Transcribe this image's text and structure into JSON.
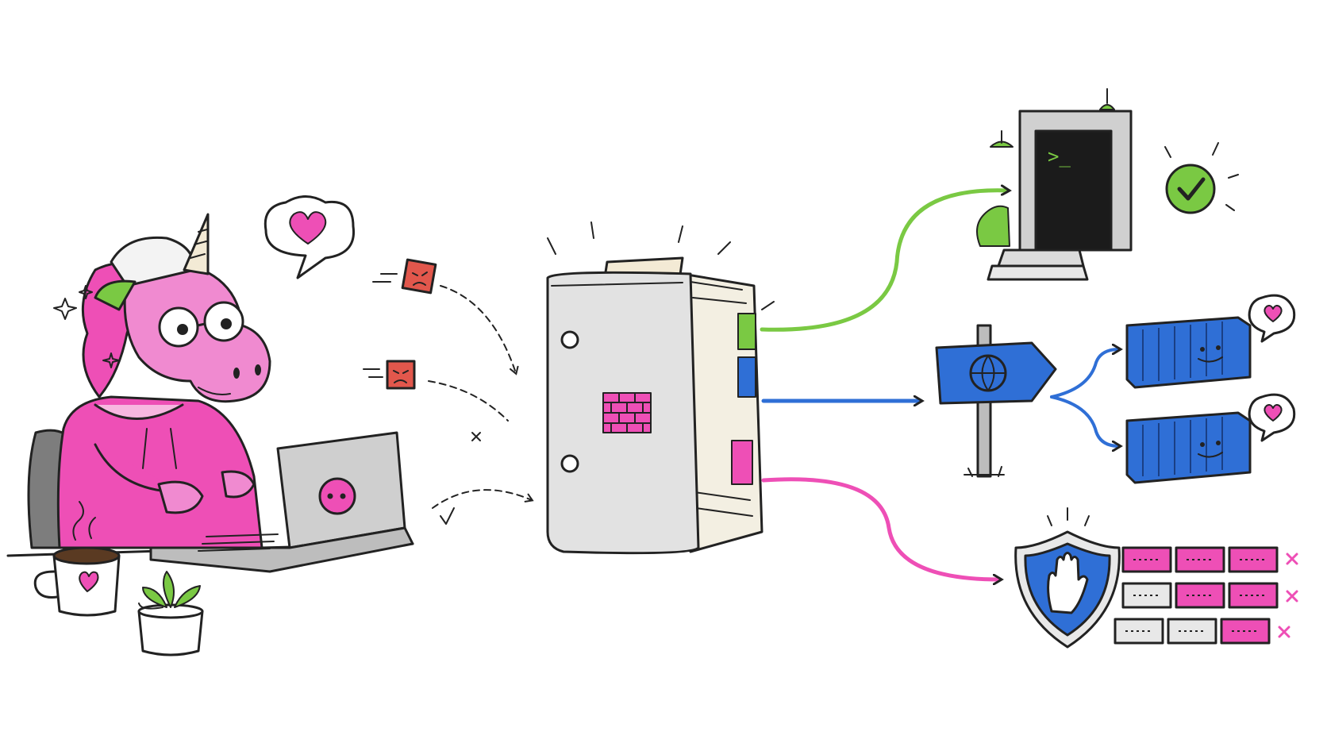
{
  "illustration": {
    "colors": {
      "pink": "#ee4fb6",
      "green": "#7ac943",
      "blue": "#2f6fd6",
      "red": "#e2574c",
      "paper": "#f3efe2",
      "ink": "#222222"
    },
    "terminal_prompt": ">_",
    "icons": {
      "speech_bubble": "heart-speech-bubble-icon",
      "terminal": "terminal-doorway-icon",
      "check": "check-badge-icon",
      "signpost": "globe-signpost-icon",
      "containers": "container-icon",
      "shield": "hand-shield-icon",
      "firewall": "brick-wall-icon"
    },
    "routes": [
      {
        "name": "terminal-route",
        "color": "#7ac943"
      },
      {
        "name": "network-route",
        "color": "#2f6fd6"
      },
      {
        "name": "blocked-route",
        "color": "#ee4fb6"
      }
    ]
  }
}
